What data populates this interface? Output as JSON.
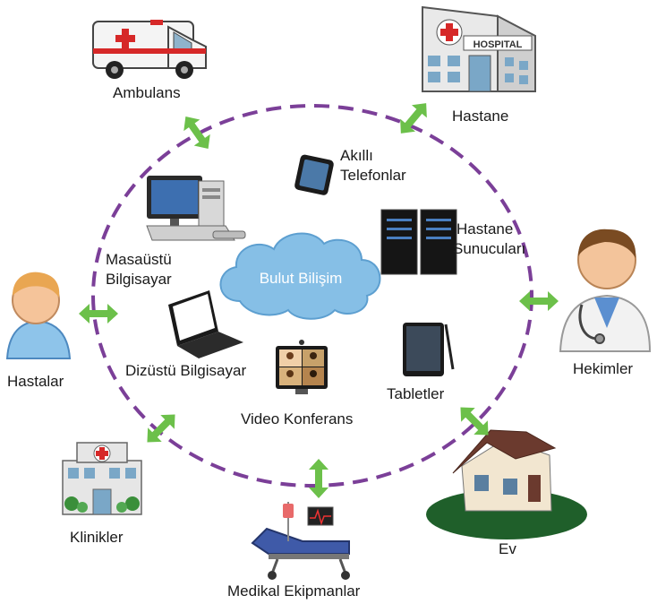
{
  "center": {
    "label": "Bulut Bilişim"
  },
  "outer": {
    "ambulance": "Ambulans",
    "hospital": "Hastane",
    "doctors": "Hekimler",
    "home": "Ev",
    "equipment": "Medikal Ekipmanlar",
    "clinics": "Klinikler",
    "patients": "Hastalar"
  },
  "inner": {
    "smartphone_line1": "Akıllı",
    "smartphone_line2": "Telefonlar",
    "servers_line1": "Hastane",
    "servers_line2": "Sunucuları",
    "desktop_line1": "Masaüstü",
    "desktop_line2": "Bilgisayar",
    "laptop": "Dizüstü Bilgisayar",
    "video": "Video Konferans",
    "tablets": "Tabletler"
  },
  "hospital_sign": "HOSPITAL",
  "colors": {
    "ring": "#7b3f98",
    "arrow": "#6cc04a",
    "cloud": "#86bfe6",
    "cloud_text": "#ffffff"
  }
}
